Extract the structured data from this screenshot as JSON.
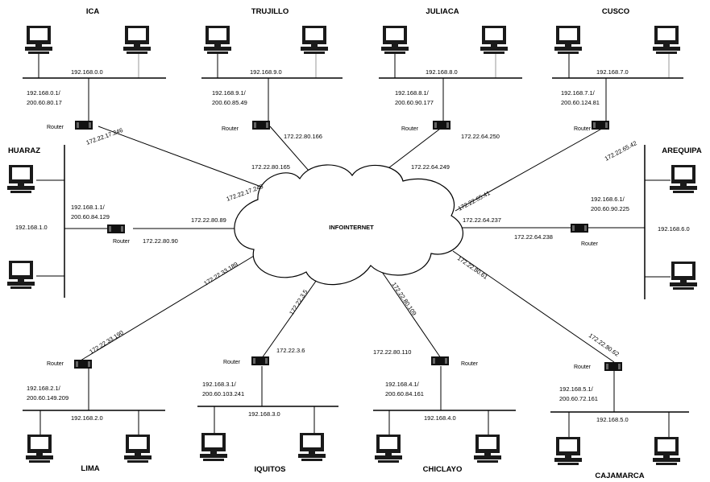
{
  "cloud": {
    "label": "INFOINTERNET"
  },
  "sites": {
    "ica": {
      "name": "ICA",
      "network": "192.168.0.0",
      "gateway_private": "192.168.0.1/",
      "gateway_public": "200.60.80.17",
      "router": "Router",
      "wan_router": "172.22.17.246",
      "wan_cloud": "172.22.17.245"
    },
    "trujillo": {
      "name": "TRUJILLO",
      "network": "192.168.9.0",
      "gateway_private": "192.168.9.1/",
      "gateway_public": "200.60.85.49",
      "router": "Router",
      "wan_router": "172.22.80.166",
      "wan_cloud": "172.22.80.165"
    },
    "juliaca": {
      "name": "JULIACA",
      "network": "192.168.8.0",
      "gateway_private": "192.168.8.1/",
      "gateway_public": "200.60.90.177",
      "router": "Router",
      "wan_router": "172.22.64.250",
      "wan_cloud": "172.22.64.249"
    },
    "cusco": {
      "name": "CUSCO",
      "network": "192.168.7.0",
      "gateway_private": "192.168.7.1/",
      "gateway_public": "200.60.124.81",
      "router": "Router",
      "wan_router": "172.22.65.42",
      "wan_cloud": "172.22.65.41"
    },
    "huaraz": {
      "name": "HUARAZ",
      "network": "192.168.1.0",
      "gateway_private": "192.168.1.1/",
      "gateway_public": "200.60.84.129",
      "router": "Router",
      "wan_router": "172.22.80.90",
      "wan_cloud": "172.22.80.89"
    },
    "arequipa": {
      "name": "AREQUIPA",
      "network": "192.168.6.0",
      "gateway_private": "192.168.6.1/",
      "gateway_public": "200.60.90.225",
      "router": "Router",
      "wan_router": "172.22.64.238",
      "wan_cloud": "172.22.64.237"
    },
    "lima": {
      "name": "LIMA",
      "network": "192.168.2.0",
      "gateway_private": "192.168.2.1/",
      "gateway_public": "200.60.149.209",
      "router": "Router",
      "wan_router": "172.22.33.190",
      "wan_cloud": "172.22.33.189"
    },
    "iquitos": {
      "name": "IQUITOS",
      "network": "192.168.3.0",
      "gateway_private": "192.168.3.1/",
      "gateway_public": "200.60.103.241",
      "router": "Router",
      "wan_router": "172.22.3.6",
      "wan_cloud": "172.22.3.5"
    },
    "chiclayo": {
      "name": "CHICLAYO",
      "network": "192.168.4.0",
      "gateway_private": "192.168.4.1/",
      "gateway_public": "200.60.84.161",
      "router": "Router",
      "wan_router": "172.22.80.110",
      "wan_cloud": "172.22.80.109"
    },
    "cajamarca": {
      "name": "CAJAMARCA",
      "network": "192.168.5.0",
      "gateway_private": "192.168.5.1/",
      "gateway_public": "200.60.72.161",
      "router": "Router",
      "wan_router": "172.22.80.62",
      "wan_cloud": "172.22.80.61"
    }
  }
}
